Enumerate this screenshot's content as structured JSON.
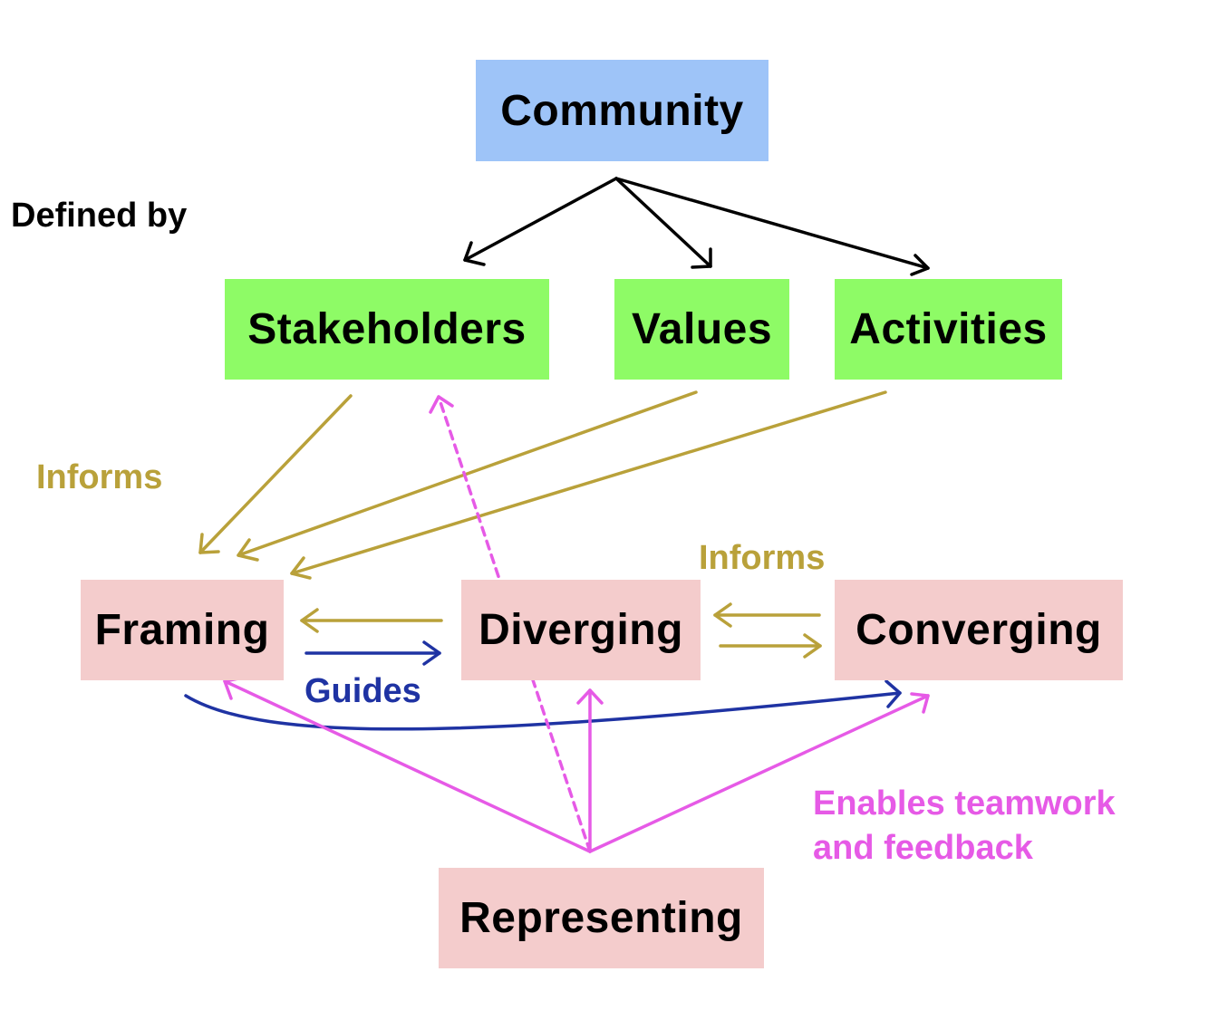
{
  "nodes": {
    "community": "Community",
    "stakeholders": "Stakeholders",
    "values": "Values",
    "activities": "Activities",
    "framing": "Framing",
    "diverging": "Diverging",
    "converging": "Converging",
    "representing": "Representing"
  },
  "labels": {
    "defined_by": "Defined by",
    "informs_left": "Informs",
    "informs_right": "Informs",
    "guides": "Guides",
    "enables_line1": "Enables teamwork",
    "enables_line2": "and feedback"
  },
  "colors": {
    "community_fill": "#9ec4f8",
    "green_fill": "#8efb66",
    "pink_fill": "#f4cccc",
    "defined_by_arrow": "#000000",
    "informs": "#b9a13a",
    "guides": "#1f33a3",
    "enables": "#e65ae6"
  }
}
